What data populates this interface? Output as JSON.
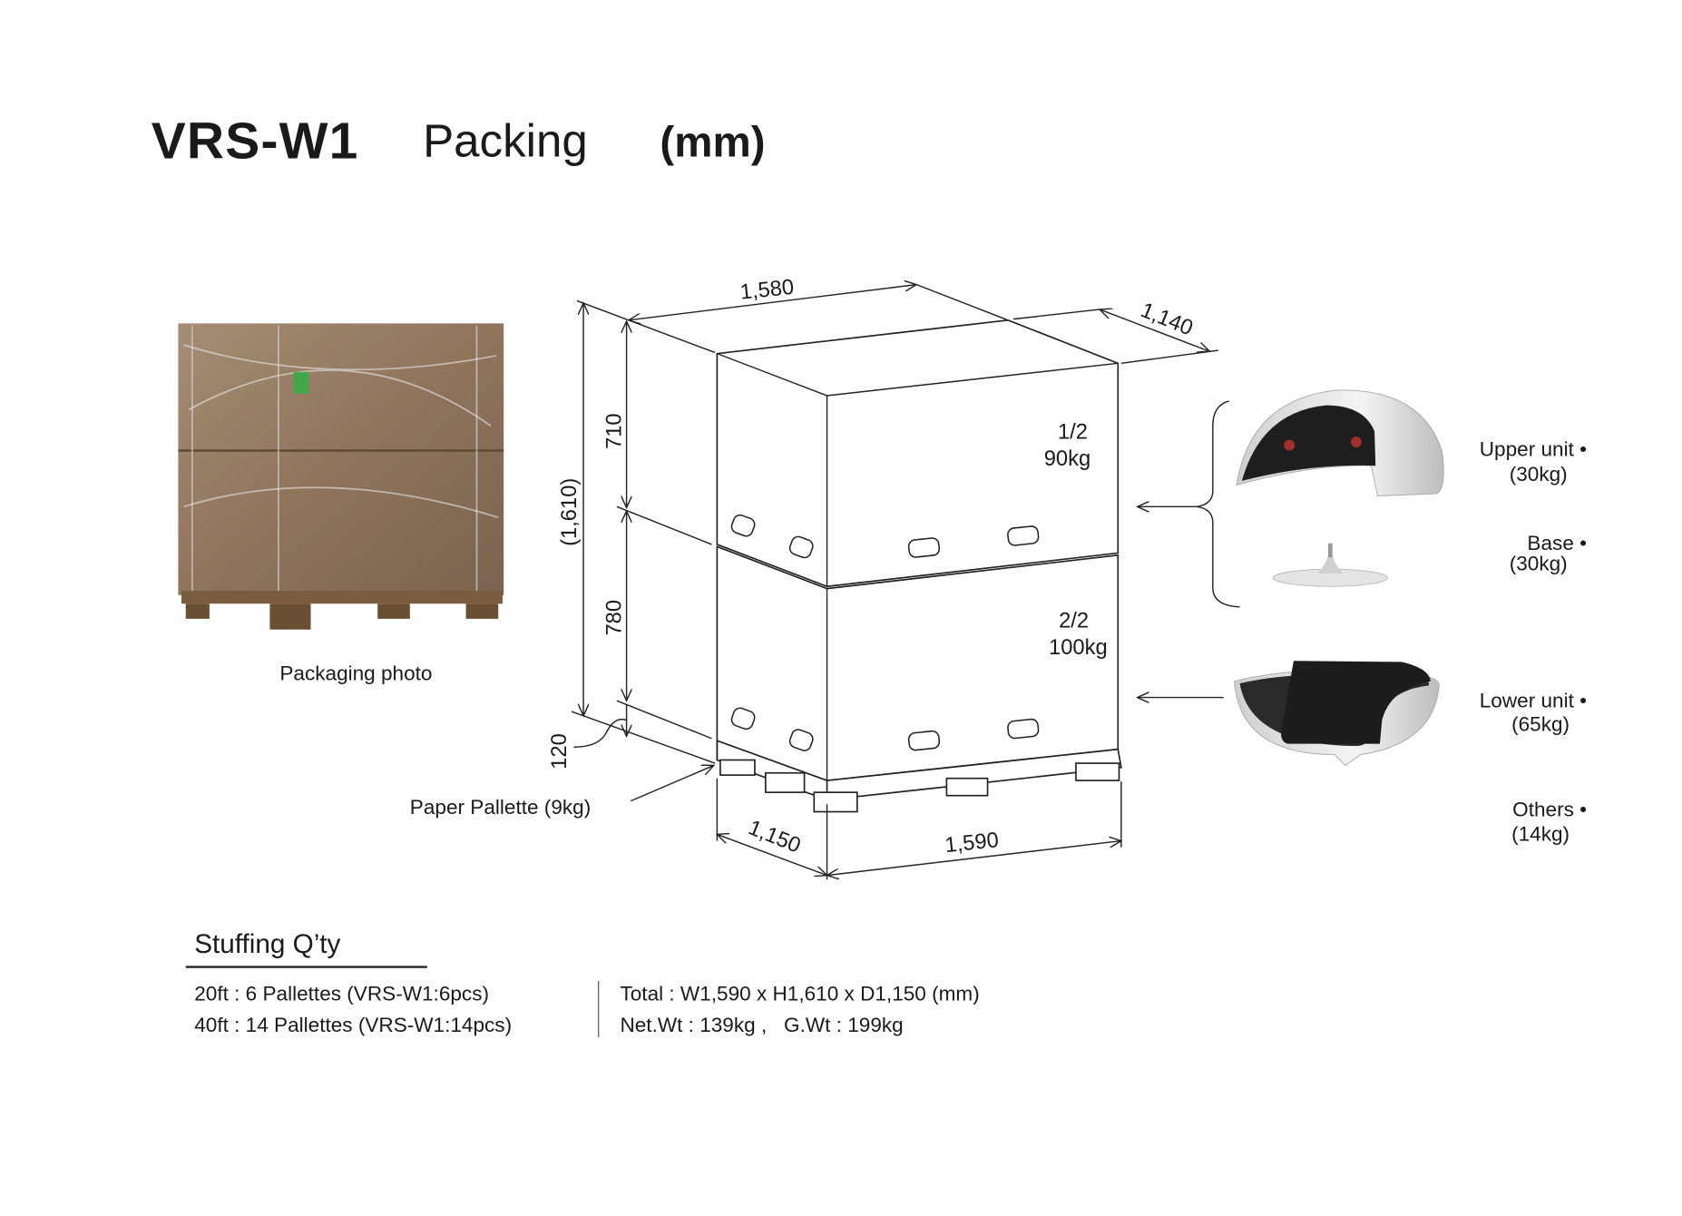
{
  "title": {
    "model": "VRS-W1",
    "word": "Packing",
    "unit": "(mm)"
  },
  "photo": {
    "caption": "Packaging photo",
    "colors": {
      "cardboard": "#8a7258",
      "pallet": "#7a5c3e"
    }
  },
  "diagram": {
    "dimensions": {
      "top_width": "1,580",
      "top_depth": "1,140",
      "total_height": "(1,610)",
      "upper_box_height": "710",
      "lower_box_height": "780",
      "pallet_height": "120",
      "bottom_depth": "1,150",
      "bottom_width": "1,590"
    },
    "boxes": [
      {
        "index": "1/2",
        "weight": "90kg"
      },
      {
        "index": "2/2",
        "weight": "100kg"
      }
    ],
    "pallet_label": "Paper Pallette (9kg)"
  },
  "components": [
    {
      "name": "Upper unit •",
      "weight": "(30kg)"
    },
    {
      "name": "Base •",
      "weight": "(30kg)"
    },
    {
      "name": "Lower unit •",
      "weight": "(65kg)"
    },
    {
      "name": "Others •",
      "weight": "(14kg)"
    }
  ],
  "stuffing": {
    "heading": "Stuffing Q’ty",
    "left": [
      "20ft : 6 Pallettes (VRS-W1:6pcs)",
      "40ft : 14 Pallettes (VRS-W1:14pcs)"
    ],
    "right": [
      "Total : W1,590 x H1,610 x D1,150 (mm)",
      "Net.Wt : 139kg ,   G.Wt : 199kg"
    ]
  }
}
